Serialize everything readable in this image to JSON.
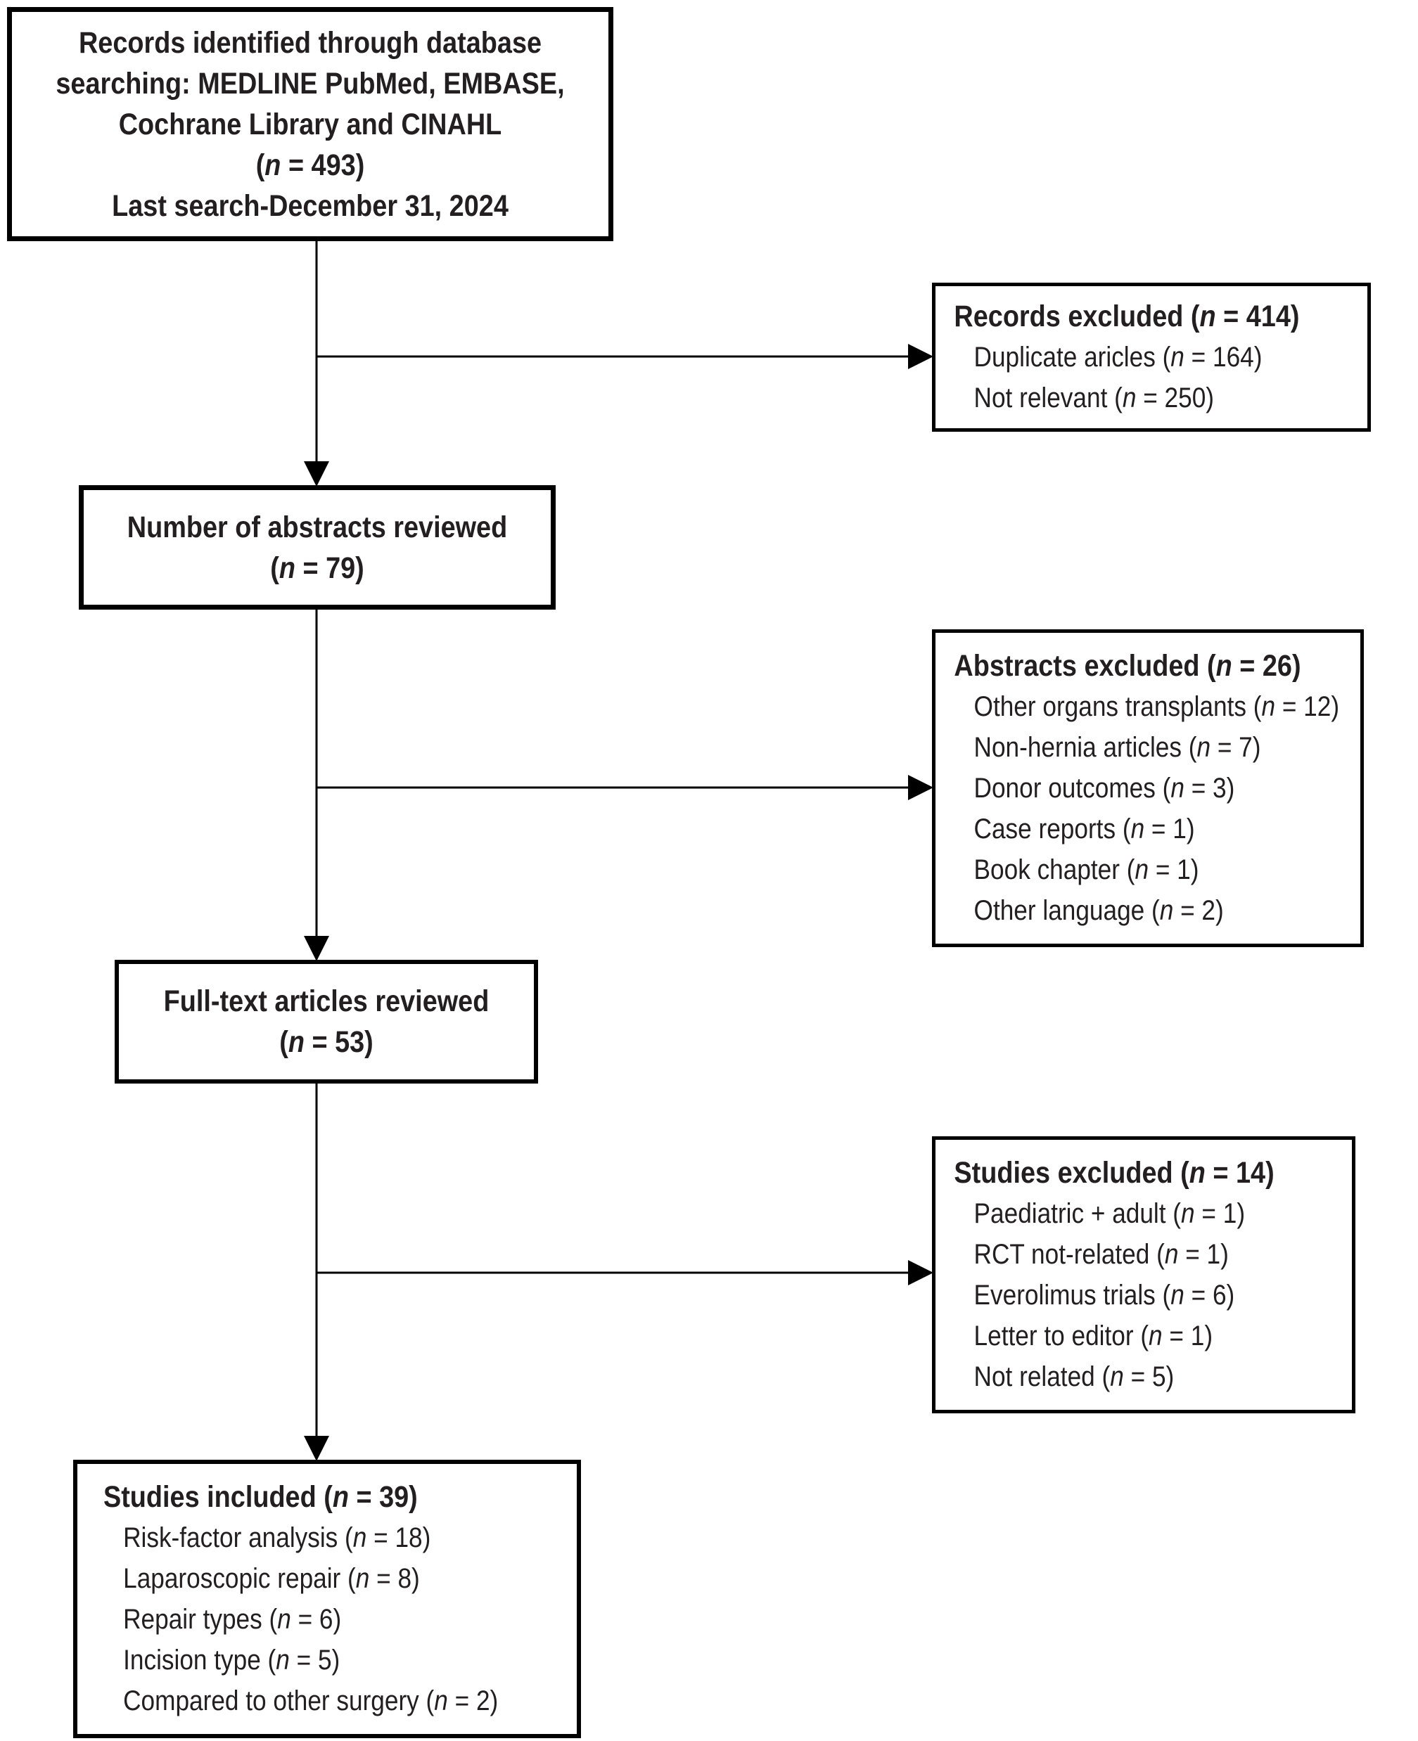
{
  "colors": {
    "background": "#ffffff",
    "line": "#000000",
    "text": "#231f20"
  },
  "boxes": {
    "records_identified": {
      "lines": [
        "Records identified through database",
        "searching: MEDLINE PubMed, EMBASE,",
        "Cochrane Library and CINAHL",
        "(n = 493)",
        "Last search-December 31, 2024"
      ]
    },
    "records_excluded": {
      "header": "Records excluded (n = 414)",
      "items": [
        "Duplicate aricles (n = 164)",
        "Not relevant (n = 250)"
      ]
    },
    "abstracts_reviewed": {
      "lines": [
        "Number of abstracts reviewed",
        "(n = 79)"
      ]
    },
    "abstracts_excluded": {
      "header": "Abstracts excluded (n = 26)",
      "items": [
        "Other organs transplants (n = 12)",
        "Non-hernia articles (n = 7)",
        "Donor outcomes (n = 3)",
        "Case reports (n = 1)",
        "Book chapter (n = 1)",
        "Other language (n = 2)"
      ]
    },
    "fulltext_reviewed": {
      "lines": [
        "Full-text articles reviewed",
        "(n = 53)"
      ]
    },
    "studies_excluded": {
      "header": "Studies excluded (n = 14)",
      "items": [
        "Paediatric + adult (n = 1)",
        "RCT not-related (n = 1)",
        "Everolimus trials (n = 6)",
        "Letter to editor (n = 1)",
        "Not related (n = 5)"
      ]
    },
    "studies_included": {
      "header": "Studies included (n = 39)",
      "items": [
        "Risk-factor analysis (n = 18)",
        "Laparoscopic repair (n = 8)",
        "Repair types (n = 6)",
        "Incision type (n = 5)",
        "Compared to other surgery (n = 2)"
      ]
    }
  }
}
